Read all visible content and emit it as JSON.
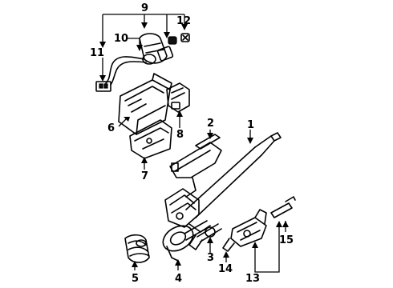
{
  "callouts": [
    {
      "id": "c1",
      "text": "1"
    },
    {
      "id": "c2",
      "text": "2"
    },
    {
      "id": "c3",
      "text": "3"
    },
    {
      "id": "c4",
      "text": "4"
    },
    {
      "id": "c5",
      "text": "5"
    },
    {
      "id": "c6",
      "text": "6"
    },
    {
      "id": "c7",
      "text": "7"
    },
    {
      "id": "c8",
      "text": "8"
    },
    {
      "id": "c9",
      "text": "9"
    },
    {
      "id": "c10",
      "text": "10"
    },
    {
      "id": "c11",
      "text": "11"
    },
    {
      "id": "c12",
      "text": "12"
    },
    {
      "id": "c13",
      "text": "13"
    },
    {
      "id": "c14",
      "text": "14"
    },
    {
      "id": "c15",
      "text": "15"
    }
  ]
}
